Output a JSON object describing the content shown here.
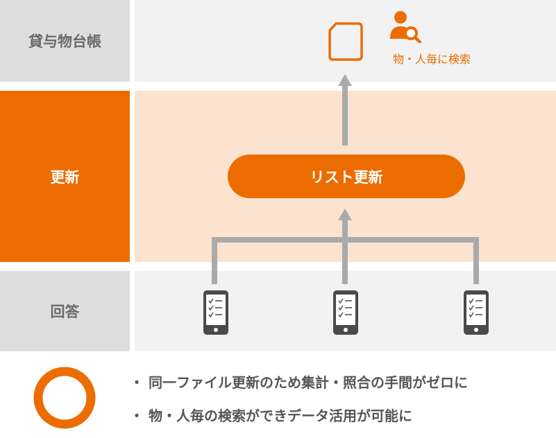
{
  "rows": {
    "ledger": {
      "label": "貸与物台帳"
    },
    "update": {
      "label": "更新"
    },
    "answer": {
      "label": "回答"
    }
  },
  "ledger_search_label": "物・人毎に検索",
  "update_pill_label": "リスト更新",
  "benefits": [
    "・ 同一ファイル更新のため集計・照合の手間がゼロに",
    "・ 物・人毎の検索ができデータ活用が可能に"
  ],
  "icons": {
    "document": "document-icon",
    "user_search": "user-search-icon",
    "smartphone": "smartphone-checklist-icon",
    "circle": "circle-mark-icon"
  },
  "colors": {
    "orange": "#EC6C00",
    "light_orange": "#FCE3D0",
    "gray_label": "#DEDEDE",
    "gray_band": "#F2F2F2",
    "arrow_gray": "#AAAAAA",
    "text_gray": "#555555"
  }
}
